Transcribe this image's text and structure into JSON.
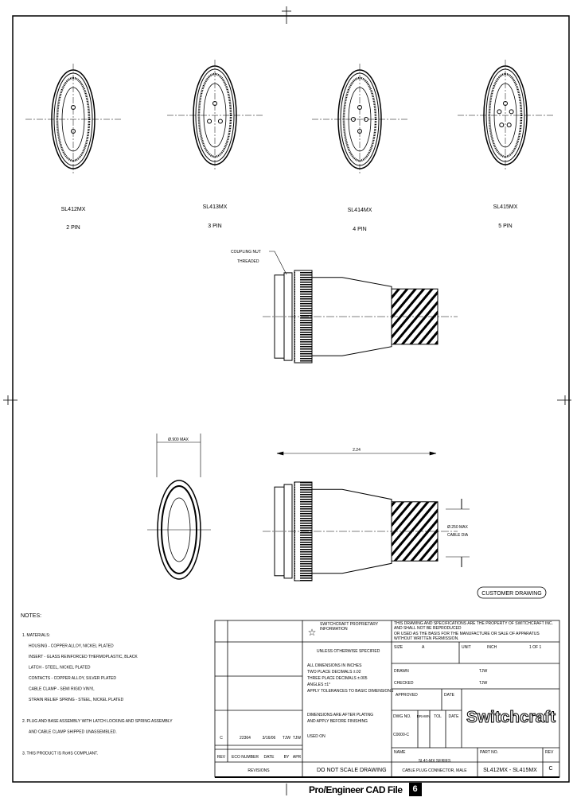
{
  "views": [
    {
      "part": "SL412MX",
      "pins": "2 PIN"
    },
    {
      "part": "SL413MX",
      "pins": "3 PIN"
    },
    {
      "part": "SL414MX",
      "pins": "4 PIN"
    },
    {
      "part": "SL415MX",
      "pins": "5 PIN"
    }
  ],
  "callouts": {
    "thread": [
      "COUPLING NUT",
      "THREADED"
    ],
    "length": "2.24",
    "diameter": "Ø.900 MAX",
    "cable": [
      "Ø.250 MAX",
      "CABLE DIA"
    ],
    "customer": "CUSTOMER DRAWING"
  },
  "notes": {
    "title": "NOTES:",
    "lines": [
      "1. MATERIALS:",
      "HOUSING - COPPER ALLOY, NICKEL PLATED",
      "INSERT - GLASS REINFORCED THERMOPLASTIC, BLACK",
      "LATCH - STEEL, NICKEL PLATED",
      "CONTACTS - COPPER ALLOY, SILVER PLATED",
      "CABLE CLAMP - SEMI RIGID VINYL",
      "STRAIN RELIEF SPRING - STEEL, NICKEL PLATED",
      "",
      "2. PLUG AND BASE ASSEMBLY WITH LATCH LOCKING AND SPRING ASSEMBLY",
      "AND CABLE CLAMP SHIPPED UNASSEMBLED.",
      "",
      "3. THIS PRODUCT IS RoHS COMPLIANT."
    ]
  },
  "revisions": {
    "row": {
      "rev": "C",
      "eco": "22364",
      "date": "3/16/06",
      "by": "TJW",
      "apr": "TJW"
    },
    "headers": [
      "REV",
      "ECO NUMBER",
      "DATE",
      "BY",
      "APR"
    ],
    "title": "REVISIONS"
  },
  "title_block": {
    "warning": "SWITCHCRAFT PROPRIETARY INFORMATION",
    "disclaimer": [
      "THIS DRAWING AND SPECIFICATIONS ARE THE PROPERTY OF SWITCHCRAFT INC. AND SHALL NOT BE REPRODUCED",
      "OR USED AS THE BASIS FOR THE MANUFACTURE OR SALE OF APPARATUS WITHOUT WRITTEN PERMISSION."
    ],
    "unless": "UNLESS OTHERWISE SPECIFIED",
    "tolerances": [
      "ALL DIMENSIONS IN INCHES",
      "TWO PLACE DECIMALS  ±.02",
      "THREE PLACE DECIMALS  ±.005",
      "ANGLES  ±1°",
      "APPLY TOLERANCES TO BASIC DIMENSIONS"
    ],
    "finish": [
      "DIMENSIONS ARE AFTER PLATING",
      "AND APPLY BEFORE FINISHING"
    ],
    "scale_note": "DO NOT SCALE DRAWING",
    "size_label": "SIZE",
    "size": "A",
    "unit_label": "UNIT",
    "unit": "INCH",
    "sheet": "1 OF 1",
    "drawn_label": "DRAWN",
    "drawn": "TJW",
    "checked_label": "CHECKED",
    "checked": "TJW",
    "approved_label": "APPROVED",
    "date_label": "DATE",
    "used_on": "USED ON",
    "tol_label": "TOL",
    "dwg_label": "DWG NO.",
    "dwg_no": "C0000-C",
    "name_label": "NAME",
    "name_lines": [
      "SL41-MX SERIES",
      "CABLE PLUG CONNECTOR, MALE"
    ],
    "part_label": "PART NO.",
    "part_no": "SL412MX - SL415MX",
    "rev_label": "REV",
    "rev": "C",
    "brand": "Switchcraft"
  },
  "footer": {
    "label": "Pro/Engineer CAD File",
    "badge": "6"
  }
}
